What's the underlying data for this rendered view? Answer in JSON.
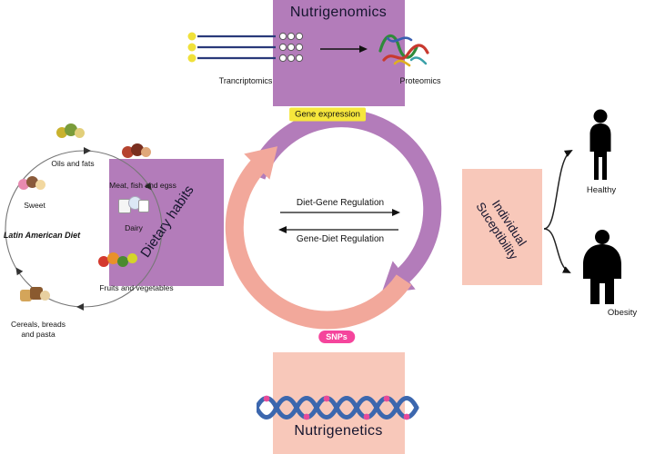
{
  "colors": {
    "purple": "#b37cba",
    "pink_box": "#f8c8ba",
    "pink_arrow": "#f2a89b",
    "gene_expression_bg": "#f6e73c",
    "snps_bg": "#f5459c",
    "dna_blue": "#3c67ae",
    "dna_pink": "#e84a9a"
  },
  "boxes": {
    "nutrigenomics": "Nutrigenomics",
    "dietary_habits": "Dietary habits",
    "individual_line1": "Individual",
    "individual_line2": "Suceptibility",
    "nutrigenetics": "Nutrigenetics"
  },
  "omics": {
    "transcriptomics": "Trancriptomics",
    "proteomics": "Proteomics"
  },
  "center": {
    "gene_expression": "Gene expression",
    "diet_gene_regulation": "Diet-Gene Regulation",
    "gene_diet_regulation": "Gene-Diet Regulation",
    "snps": "SNPs"
  },
  "outcomes": {
    "healthy": "Healthy",
    "obesity": "Obesity"
  },
  "diet": {
    "title": "Latin American Diet",
    "items": [
      {
        "label": "Oils and fats"
      },
      {
        "label": "Meat, fish and egss"
      },
      {
        "label": "Sweet"
      },
      {
        "label": "Dairy"
      },
      {
        "label": "Fruits and vegetables"
      },
      {
        "label": "Cereals, breads and pasta"
      }
    ]
  }
}
